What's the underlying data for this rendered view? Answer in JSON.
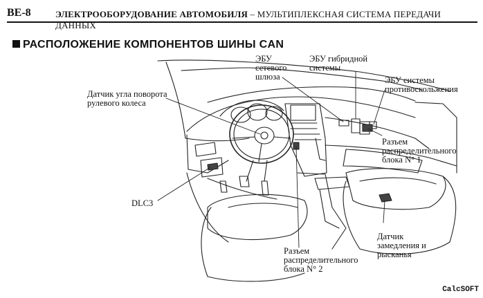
{
  "header": {
    "page_id": "BE-8",
    "title_bold": "ЭЛЕКТРООБОРУДОВАНИЕ АВТОМОБИЛЯ",
    "title_sep": " – ",
    "title_rest": "МУЛЬТИПЛЕКСНАЯ СИСТЕМА ПЕРЕДАЧИ ДАННЫХ"
  },
  "section": {
    "title": "РАСПОЛОЖЕНИЕ КОМПОНЕНТОВ ШИНЫ CAN"
  },
  "labels": {
    "gateway_ecu": "ЭБУ\nсетевого\nшлюза",
    "hybrid_ecu": "ЭБУ гибридной\nсистемы",
    "skid_ecu": "ЭБУ системы\nпротивоскольжения",
    "steering_sensor": "Датчик угла поворота\nрулевого колеса",
    "junction_block_1": "Разъем\nраспределительного\nблока N° 1",
    "dlc3": "DLC3",
    "junction_block_2": "Разъем\nраспределительного\nблока N° 2",
    "decel_yaw_sensor": "Датчик\nзамедления и\nрысканья"
  },
  "watermark": "CalcSOFT"
}
